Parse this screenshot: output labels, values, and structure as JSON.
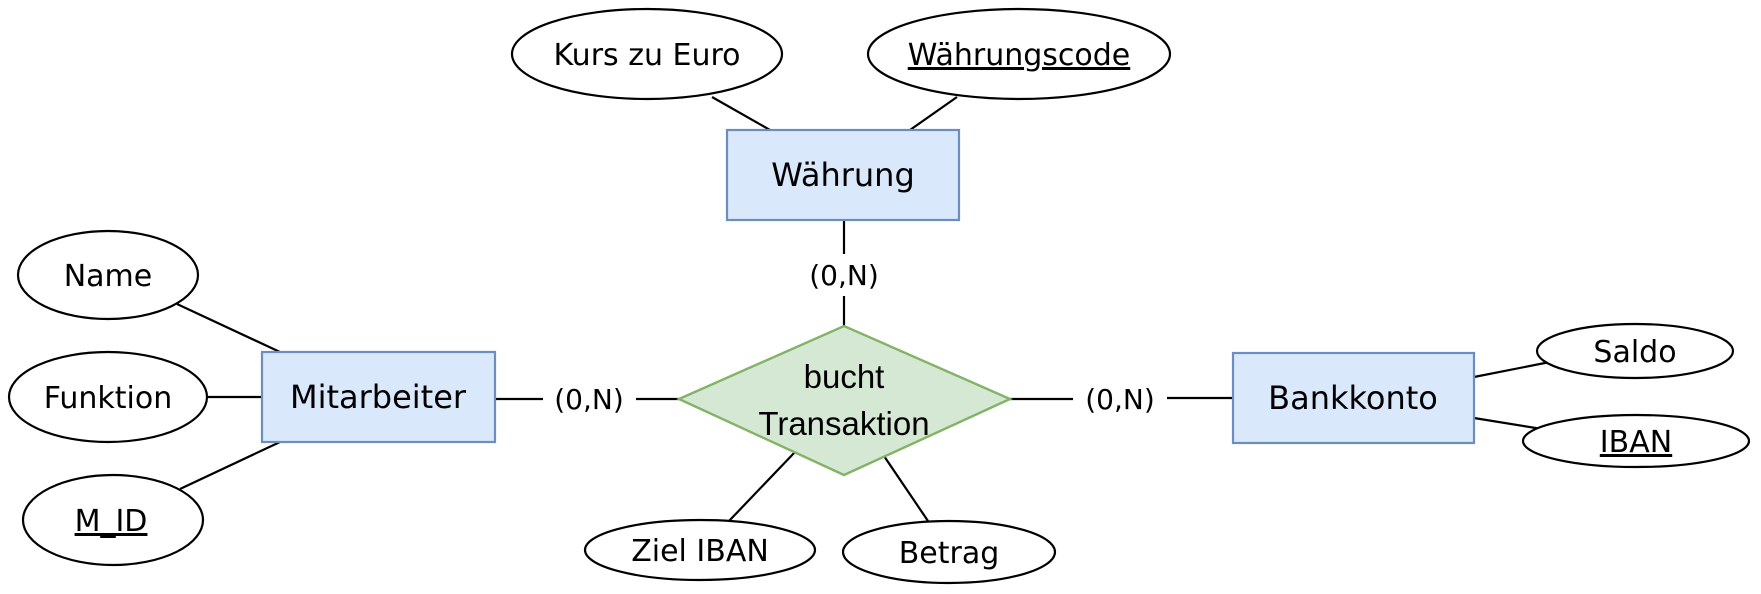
{
  "diagram": {
    "type": "entity-relationship",
    "colors": {
      "entity_fill": "#dae8fc",
      "entity_stroke": "#6c8ebf",
      "relationship_fill": "#d5e8d4",
      "relationship_stroke": "#82b366",
      "attribute_fill": "#ffffff",
      "line": "#000000"
    },
    "entities": {
      "waehrung": {
        "label": "Währung"
      },
      "mitarbeiter": {
        "label": "Mitarbeiter"
      },
      "bankkonto": {
        "label": "Bankkonto"
      }
    },
    "relationship": {
      "label_line1": "bucht",
      "label_line2": "Transaktion"
    },
    "attributes": {
      "kurs_zu_euro": {
        "label": "Kurs zu Euro",
        "key": false,
        "owner": "Währung"
      },
      "waehrungscode": {
        "label": "Währungscode",
        "key": true,
        "owner": "Währung"
      },
      "name": {
        "label": "Name",
        "key": false,
        "owner": "Mitarbeiter"
      },
      "funktion": {
        "label": "Funktion",
        "key": false,
        "owner": "Mitarbeiter"
      },
      "m_id": {
        "label": "M_ID",
        "key": true,
        "owner": "Mitarbeiter"
      },
      "saldo": {
        "label": "Saldo",
        "key": false,
        "owner": "Bankkonto"
      },
      "iban": {
        "label": "IBAN",
        "key": true,
        "owner": "Bankkonto"
      },
      "ziel_iban": {
        "label": "Ziel IBAN",
        "key": false,
        "owner": "bucht Transaktion"
      },
      "betrag": {
        "label": "Betrag",
        "key": false,
        "owner": "bucht Transaktion"
      }
    },
    "cardinalities": {
      "waehrung": "(0,N)",
      "mitarbeiter": "(0,N)",
      "bankkonto": "(0,N)"
    }
  }
}
